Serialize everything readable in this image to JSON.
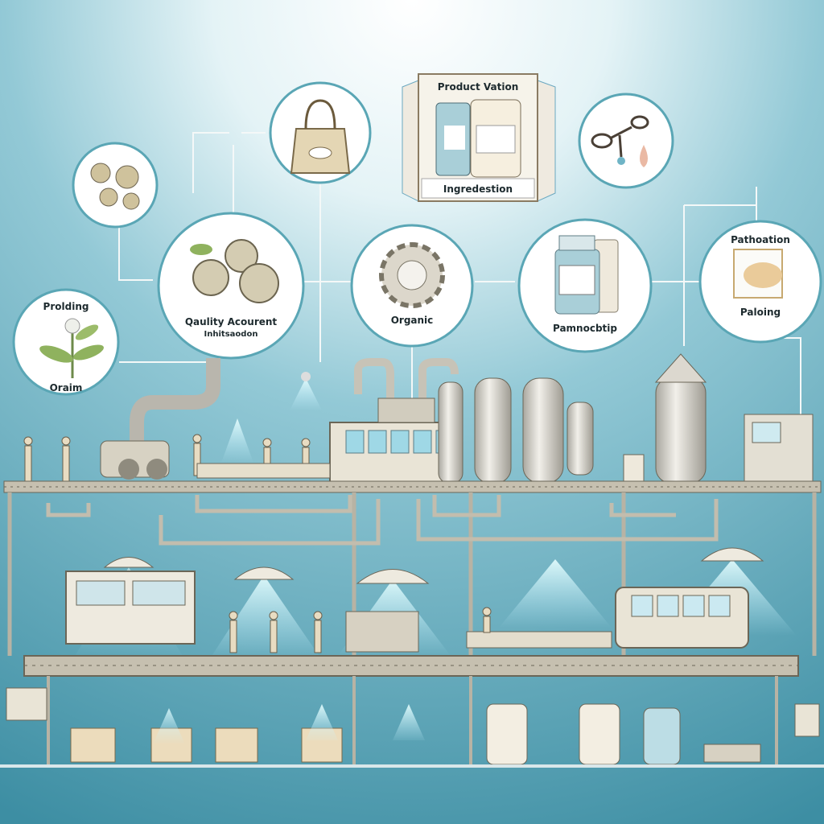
{
  "colors": {
    "sky_top": "#ffffff",
    "sky_mid": "#9fd0dc",
    "sky_bottom": "#3f8fa3",
    "metal": "#c9c3b6",
    "beige": "#e9dcc2",
    "light_beam": "#bff0ff"
  },
  "product_box": {
    "title": "Product Vation",
    "footer": "Ingredestion"
  },
  "circles": {
    "plant": {
      "top": "Prolding",
      "bottom": "Oraim"
    },
    "quality": {
      "line1": "Qaulity Acourent",
      "line2": "Inhitsaodon"
    },
    "organic": {
      "label": "Organic"
    },
    "bottle": {
      "label": "Pamnocbtip"
    },
    "packaging": {
      "top": "Pathoation",
      "bottom": "Paloing"
    }
  }
}
